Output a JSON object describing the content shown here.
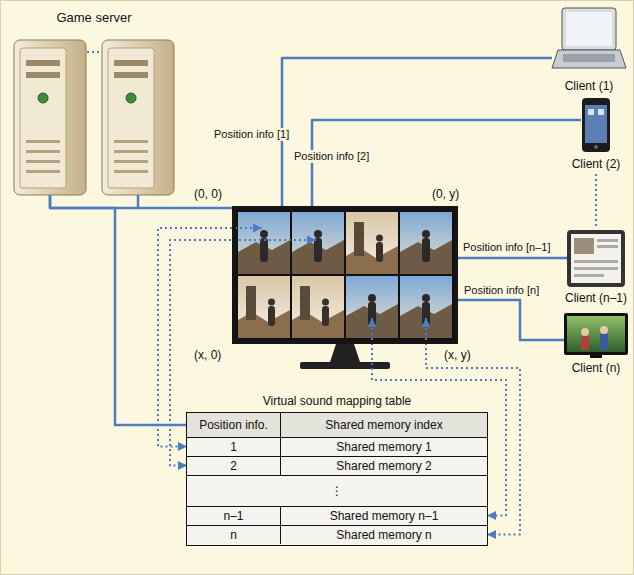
{
  "diagram": {
    "nodes": [
      {
        "text": [
          "Game server"
        ]
      },
      {
        "text": [
          "Client (1)"
        ]
      },
      {
        "text": [
          "Client (2)"
        ]
      },
      {
        "text": [
          "Client (n–1)"
        ]
      },
      {
        "text": [
          "Client (n)"
        ]
      },
      {
        "text": [
          "(0, 0)",
          "(0, y)",
          "(x, 0)",
          "(x, y)"
        ]
      },
      {
        "text": [
          "Virtual sound mapping table"
        ]
      },
      {
        "text": [
          "Position info.",
          "Shared memory index"
        ],
        "in": 6
      },
      {
        "text": [
          "1",
          "Shared memory 1"
        ],
        "in": 6
      },
      {
        "text": [
          "2",
          "Shared memory 2"
        ],
        "in": 6
      },
      {
        "text": [
          "⋮"
        ],
        "in": 6
      },
      {
        "text": [
          "n–1",
          "Shared memory n–1"
        ],
        "in": 6
      },
      {
        "text": [
          "n",
          "Shared memory n"
        ],
        "in": 6
      }
    ],
    "edges": [
      {
        "from": 0,
        "to": 5,
        "arrow": "none"
      },
      {
        "from": 0,
        "to": 6,
        "arrow": "none"
      },
      {
        "from": 1,
        "to": 5,
        "label": "Position info [1]",
        "arrow": "none"
      },
      {
        "from": 2,
        "to": 5,
        "label": "Position info [2]",
        "arrow": "none"
      },
      {
        "from": 3,
        "to": 5,
        "label": "Position info [n–1]",
        "arrow": "none"
      },
      {
        "from": 4,
        "to": 5,
        "label": "Position info [n]",
        "arrow": "none"
      },
      {
        "from": 2,
        "to": 3,
        "arrow": "none"
      },
      {
        "from": 5,
        "to": 8,
        "arrow": "both"
      },
      {
        "from": 5,
        "to": 9,
        "arrow": "both"
      },
      {
        "from": 5,
        "to": 11,
        "arrow": "both"
      },
      {
        "from": 5,
        "to": 12,
        "arrow": "both"
      }
    ]
  }
}
